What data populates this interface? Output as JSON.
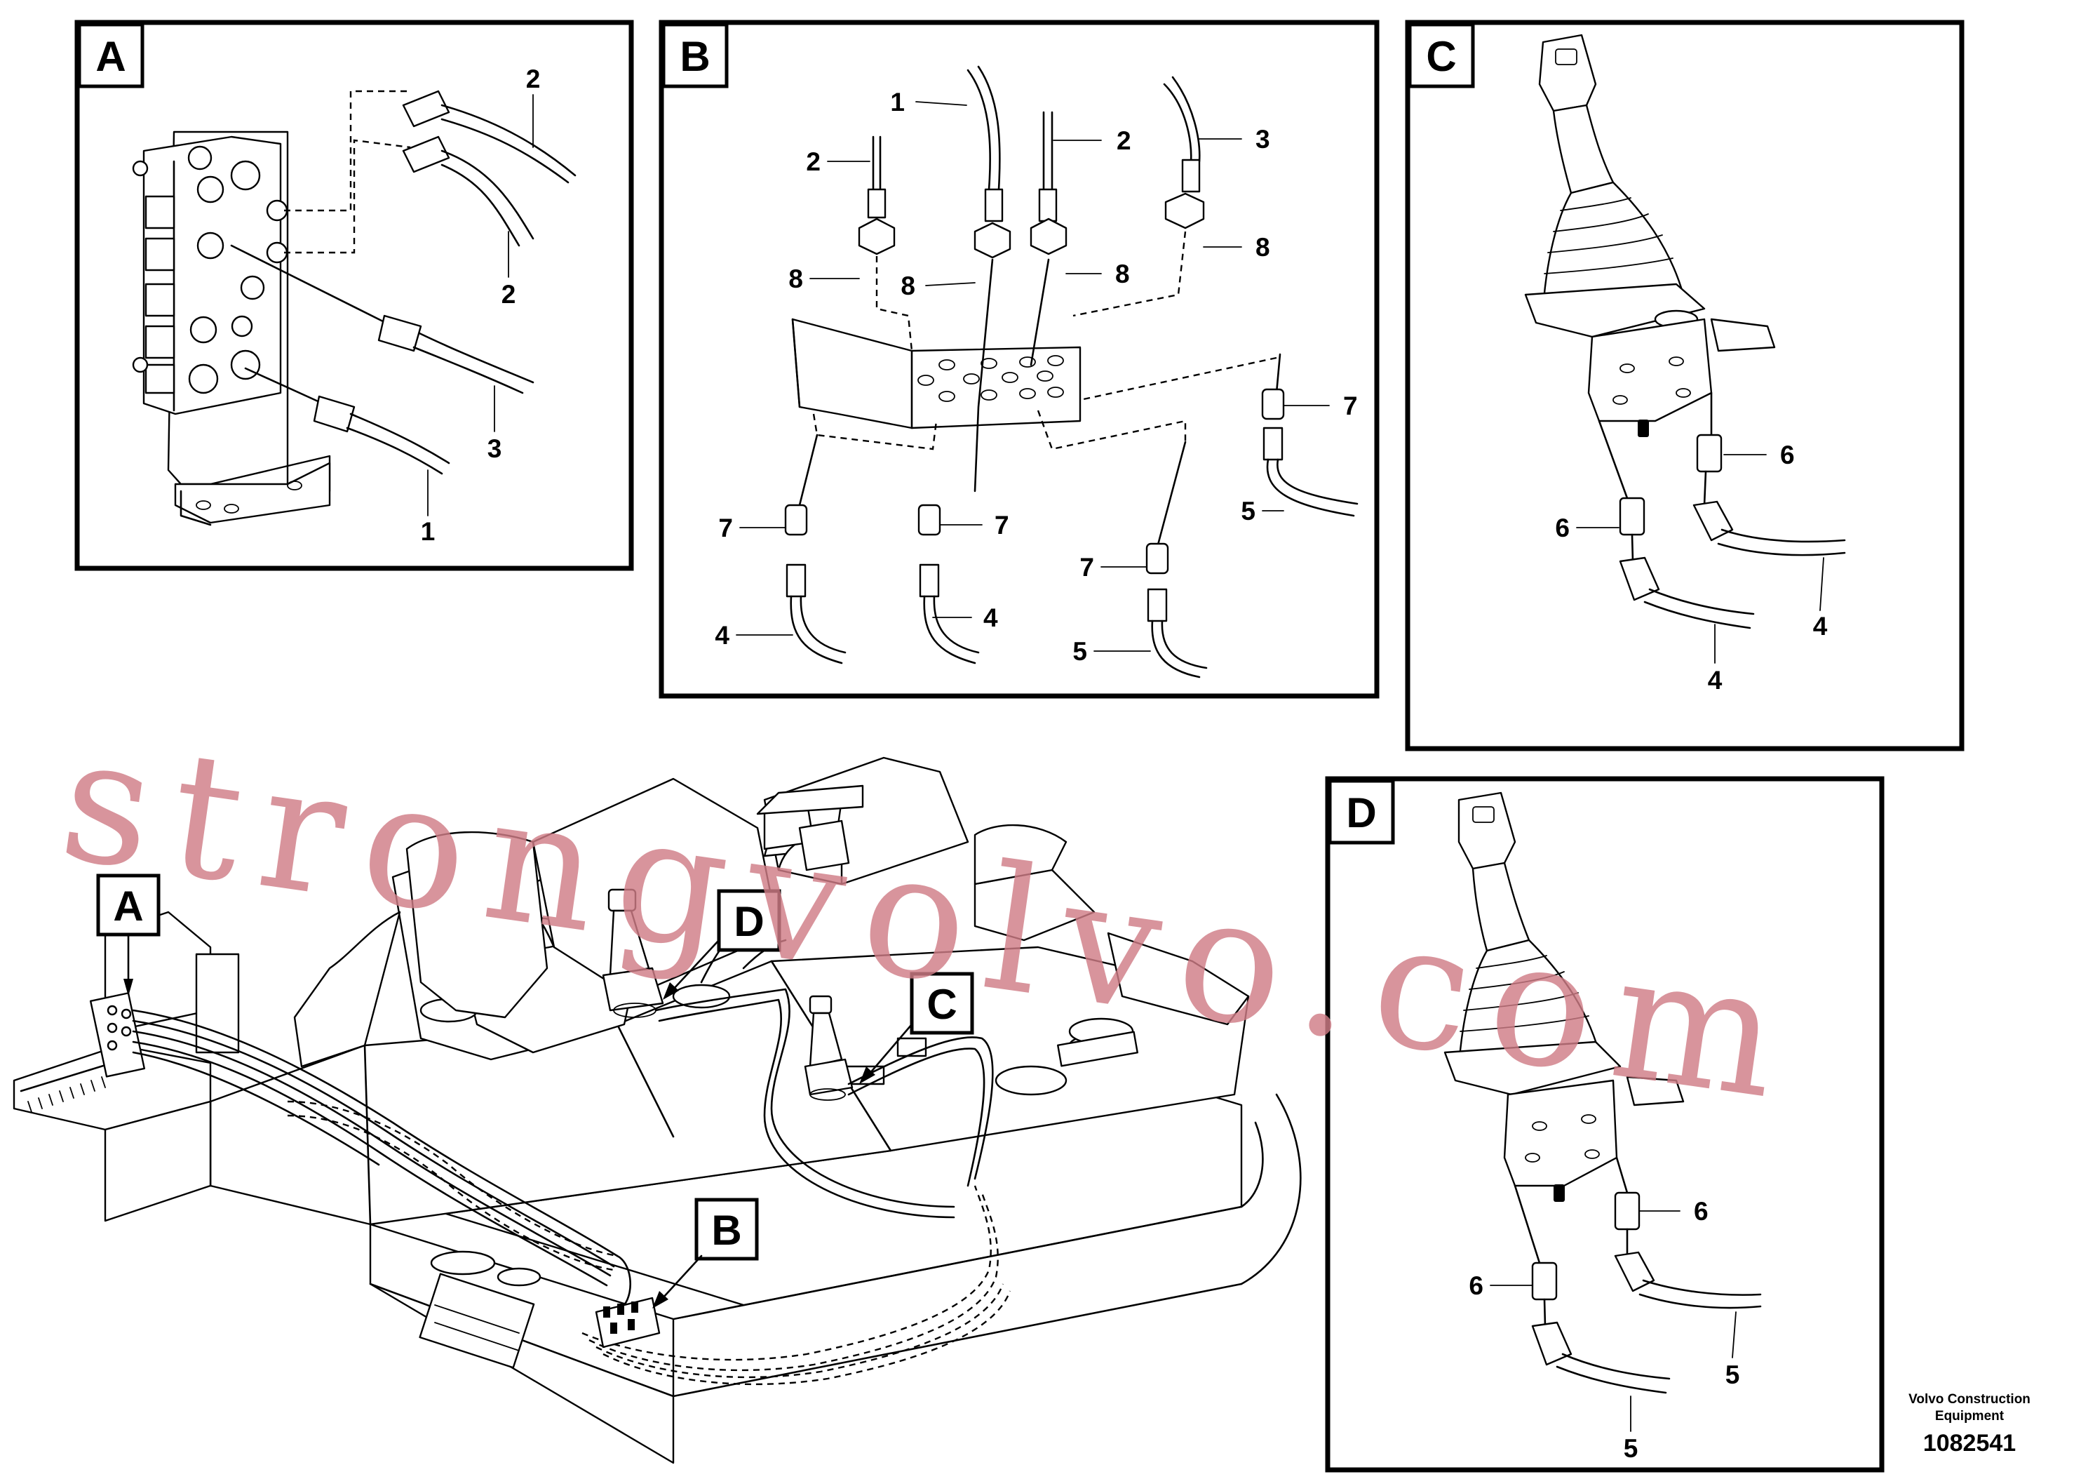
{
  "panels": {
    "A": {
      "letter": "A",
      "callouts": [
        "2",
        "2",
        "3",
        "1"
      ]
    },
    "B": {
      "letter": "B",
      "callouts": [
        "1",
        "2",
        "2",
        "3",
        "8",
        "8",
        "8",
        "8",
        "7",
        "7",
        "7",
        "7",
        "4",
        "4",
        "5",
        "5"
      ]
    },
    "C": {
      "letter": "C",
      "callouts": [
        "6",
        "6",
        "4",
        "4"
      ]
    },
    "D": {
      "letter": "D",
      "callouts": [
        "6",
        "6",
        "5",
        "5"
      ]
    }
  },
  "overview": {
    "labels": [
      "A",
      "D",
      "C",
      "B"
    ]
  },
  "watermark": "strongvolvo.com",
  "footer": {
    "company_line1": "Volvo Construction",
    "company_line2": "Equipment",
    "document_number": "1082541"
  }
}
